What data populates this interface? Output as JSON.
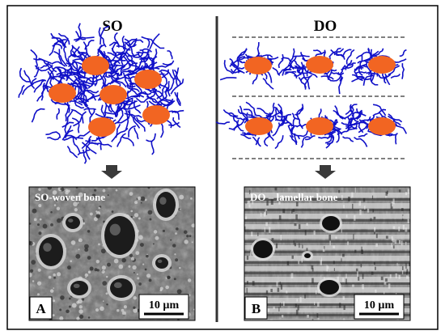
{
  "left_panel": {
    "heading": "SO",
    "image_caption": "SO-woven bone",
    "panel_letter": "A",
    "scale_bar": "10 µm"
  },
  "right_panel": {
    "heading": "DO",
    "image_caption": "DO – lamellar bone",
    "panel_letter": "B",
    "scale_bar": "10 µm"
  },
  "colors": {
    "fiber": "#1010c8",
    "crystal": "#f26522",
    "frame": "#000000",
    "divider": "#333333",
    "arrow": "#3a3a3a",
    "caption_text": "#ffffff"
  },
  "icons": {
    "down_arrow": "down-arrow-icon"
  }
}
